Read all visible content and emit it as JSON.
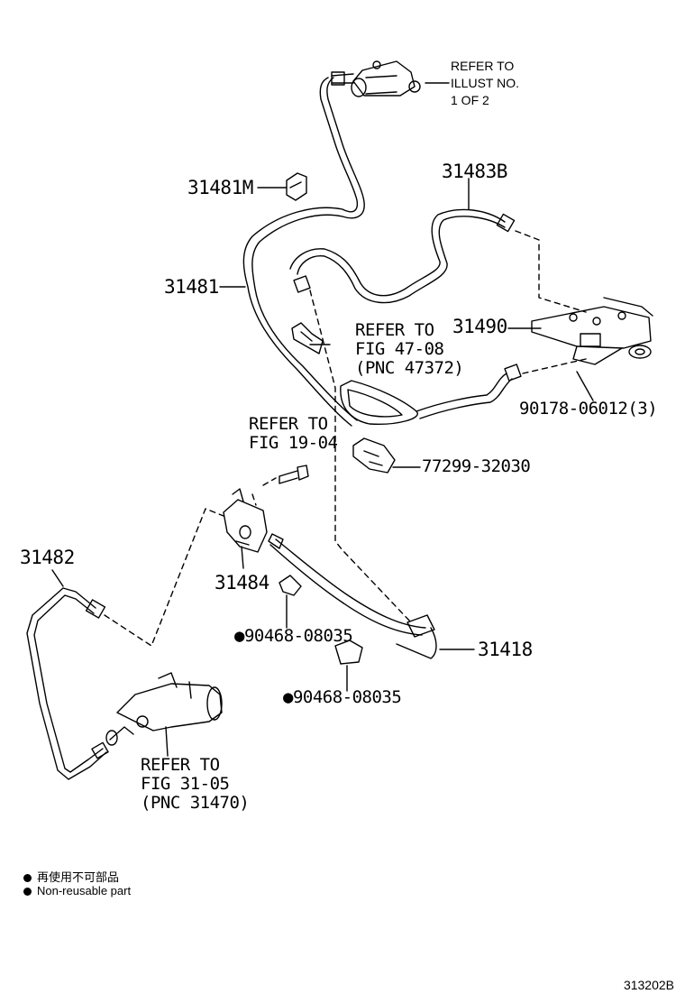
{
  "labels": {
    "p31481M": "31481M",
    "p31483B": "31483B",
    "p31481": "31481",
    "p31490": "31490",
    "p90178": "90178-06012(3)",
    "p77299": "77299-32030",
    "p31482": "31482",
    "p31484": "31484",
    "p90468a": "●90468-08035",
    "p90468b": "●90468-08035",
    "p31418": "31418"
  },
  "refer_notes": {
    "top": [
      "REFER TO",
      "ILLUST NO.",
      "1 OF 2"
    ],
    "fig47": [
      "REFER TO",
      "FIG 47-08",
      "(PNC 47372)"
    ],
    "fig19": [
      "REFER TO",
      "FIG 19-04"
    ],
    "fig31": [
      "REFER TO",
      "FIG 31-05",
      "(PNC 31470)"
    ]
  },
  "legend": {
    "line1": "再使用不可部品",
    "line2": "Non-reusable part"
  },
  "illustration_code": "313202B"
}
